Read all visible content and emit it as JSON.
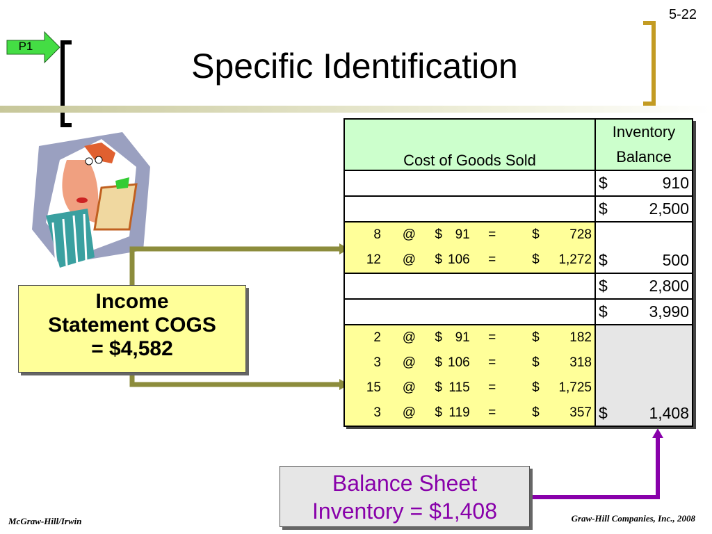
{
  "slide_number": "5-22",
  "badge": "P1",
  "title": "Specific Identification",
  "table": {
    "header_cogs": "Cost of Goods Sold",
    "header_inventory_line1": "Inventory",
    "header_inventory_line2": "Balance",
    "rows": [
      {
        "inv_dollar": "$",
        "inv_value": "910"
      },
      {
        "inv_dollar": "$",
        "inv_value": "2,500"
      },
      {
        "inv_dollar": "$",
        "inv_value": "500"
      },
      {
        "inv_dollar": "$",
        "inv_value": "2,800"
      },
      {
        "inv_dollar": "$",
        "inv_value": "3,990"
      },
      {
        "inv_dollar": "$",
        "inv_value": "1,408"
      }
    ],
    "sale1": [
      {
        "qty": "8",
        "at": "@",
        "d1": "$",
        "price": "91",
        "eq": "=",
        "d2": "$",
        "total": "728"
      },
      {
        "qty": "12",
        "at": "@",
        "d1": "$",
        "price": "106",
        "eq": "=",
        "d2": "$",
        "total": "1,272"
      }
    ],
    "sale2": [
      {
        "qty": "2",
        "at": "@",
        "d1": "$",
        "price": "91",
        "eq": "=",
        "d2": "$",
        "total": "182"
      },
      {
        "qty": "3",
        "at": "@",
        "d1": "$",
        "price": "106",
        "eq": "=",
        "d2": "$",
        "total": "318"
      },
      {
        "qty": "15",
        "at": "@",
        "d1": "$",
        "price": "115",
        "eq": "=",
        "d2": "$",
        "total": "1,725"
      },
      {
        "qty": "3",
        "at": "@",
        "d1": "$",
        "price": "119",
        "eq": "=",
        "d2": "$",
        "total": "357"
      }
    ]
  },
  "income_box": {
    "line1": "Income",
    "line2": "Statement COGS",
    "line3": "= $4,582"
  },
  "balance_box": {
    "line1": "Balance Sheet",
    "line2": "Inventory = $1,408"
  },
  "footer_left": "McGraw-Hill/Irwin",
  "footer_right": "Graw-Hill Companies, Inc., 2008",
  "colors": {
    "header_green": "#ccffcc",
    "highlight_yellow": "#ffff99",
    "gray": "#e6e6e6",
    "arrow_olive": "#8c8c3c",
    "arrow_purple": "#8800aa",
    "bracket_gold": "#c39b22"
  }
}
